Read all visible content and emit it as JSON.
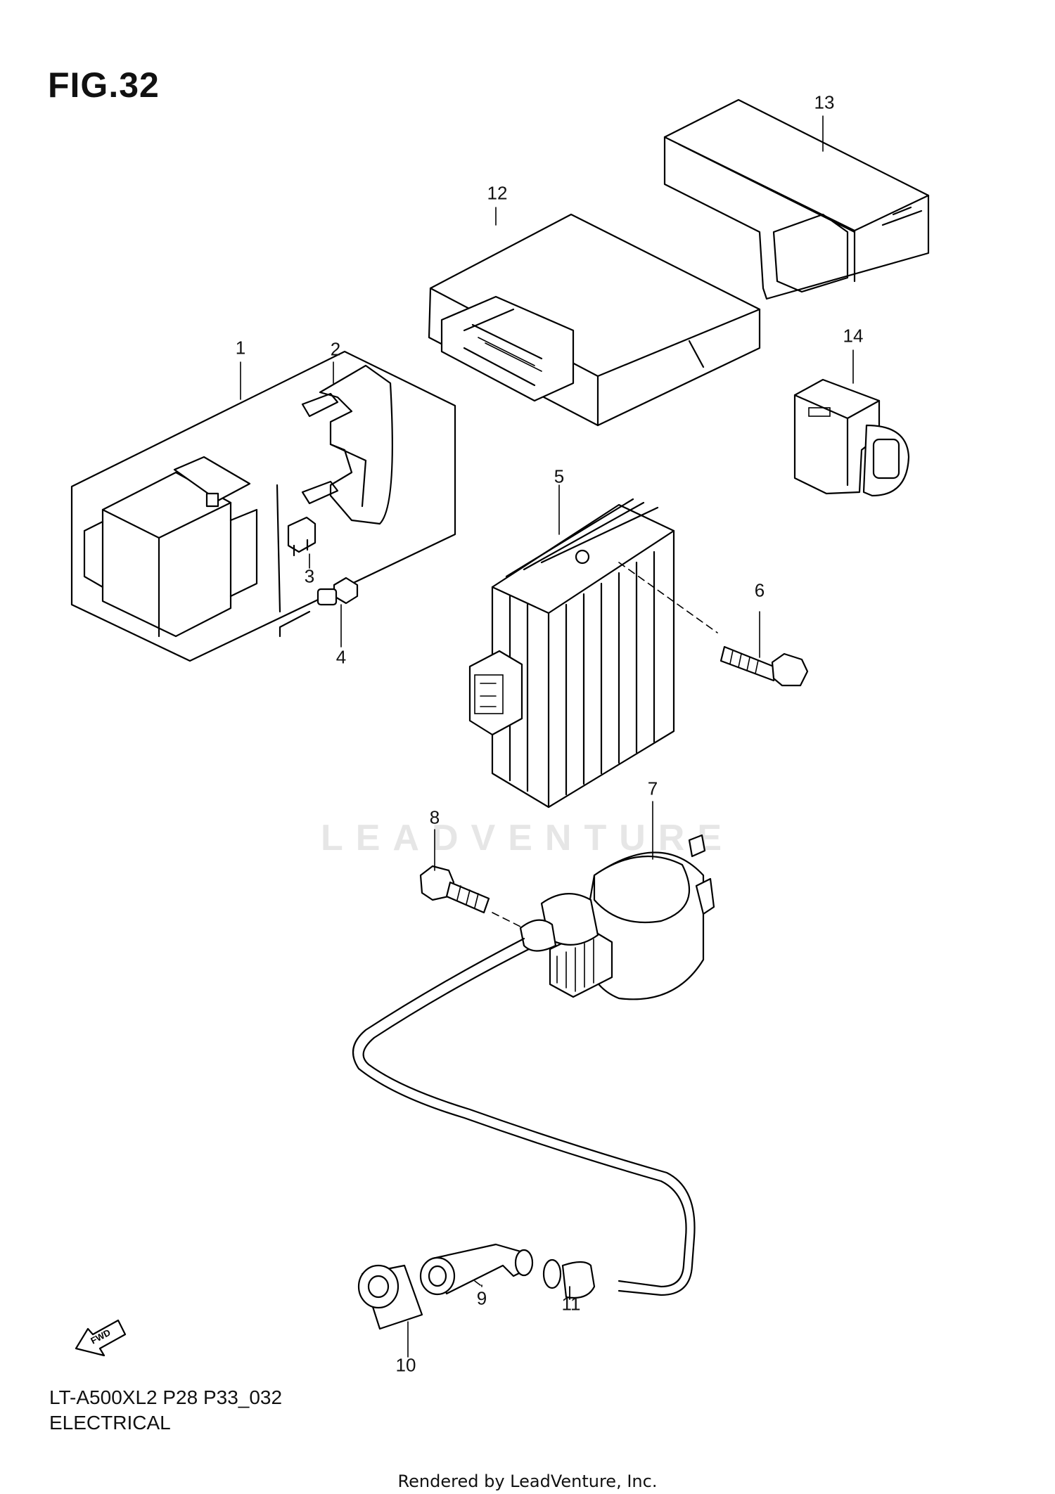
{
  "figure": {
    "title": "FIG.32",
    "model_code": "LT-A500XL2  P28  P33_032",
    "section": "ELECTRICAL",
    "footer": "Rendered by LeadVenture, Inc.",
    "watermark": "LEADVENTURE",
    "fwd_label": "FWD"
  },
  "callouts": [
    "1",
    "2",
    "3",
    "4",
    "5",
    "6",
    "7",
    "8",
    "9",
    "10",
    "11",
    "12",
    "13",
    "14"
  ],
  "parts": [
    {
      "callout": "1",
      "icon": "relay-assembly-icon"
    },
    {
      "callout": "2",
      "icon": "relay-cover-icon"
    },
    {
      "callout": "3",
      "icon": "fuse-icon"
    },
    {
      "callout": "4",
      "icon": "small-bolt-icon"
    },
    {
      "callout": "5",
      "icon": "regulator-rectifier-icon"
    },
    {
      "callout": "6",
      "icon": "flange-bolt-icon"
    },
    {
      "callout": "7",
      "icon": "ignition-coil-icon"
    },
    {
      "callout": "8",
      "icon": "flange-bolt-icon"
    },
    {
      "callout": "9",
      "icon": "plug-cap-icon"
    },
    {
      "callout": "10",
      "icon": "plug-cap-cover-icon"
    },
    {
      "callout": "11",
      "icon": "seal-icon"
    },
    {
      "callout": "12",
      "icon": "ecm-icon"
    },
    {
      "callout": "13",
      "icon": "ecm-cover-icon"
    },
    {
      "callout": "14",
      "icon": "connector-icon"
    }
  ]
}
